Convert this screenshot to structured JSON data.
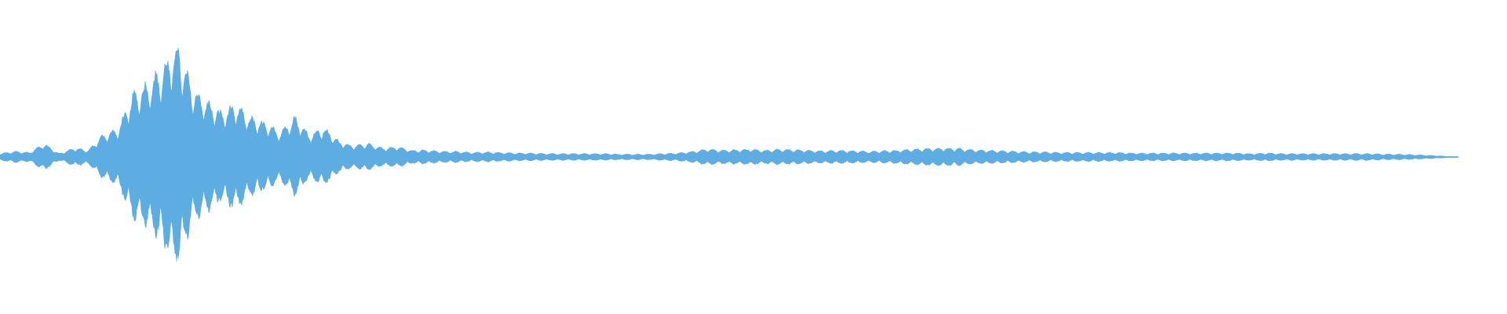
{
  "waveform": {
    "color": "#5DADE2",
    "background": "#FFFFFF",
    "envelope": [
      0.03,
      0.05,
      0.04,
      0.12,
      0.03,
      0.08,
      0.06,
      0.2,
      0.25,
      0.55,
      0.66,
      0.78,
      1.0,
      0.62,
      0.5,
      0.4,
      0.46,
      0.35,
      0.3,
      0.22,
      0.36,
      0.2,
      0.26,
      0.14,
      0.1,
      0.12,
      0.08,
      0.09,
      0.06,
      0.06,
      0.05,
      0.05,
      0.04,
      0.045,
      0.04,
      0.035,
      0.035,
      0.03,
      0.03,
      0.03,
      0.03,
      0.03,
      0.025,
      0.025,
      0.025,
      0.03,
      0.035,
      0.05,
      0.07,
      0.06,
      0.065,
      0.07,
      0.06,
      0.07,
      0.065,
      0.06,
      0.055,
      0.06,
      0.055,
      0.05,
      0.055,
      0.06,
      0.07,
      0.075,
      0.08,
      0.075,
      0.065,
      0.06,
      0.055,
      0.05,
      0.045,
      0.045,
      0.04,
      0.04,
      0.04,
      0.04,
      0.04,
      0.035,
      0.035,
      0.035,
      0.035,
      0.035,
      0.035,
      0.035,
      0.035,
      0.03,
      0.035,
      0.03,
      0.03,
      0.03,
      0.03,
      0.03,
      0.03,
      0.03,
      0.025,
      0.025,
      0.02,
      0.015,
      0.008,
      0.002
    ]
  }
}
